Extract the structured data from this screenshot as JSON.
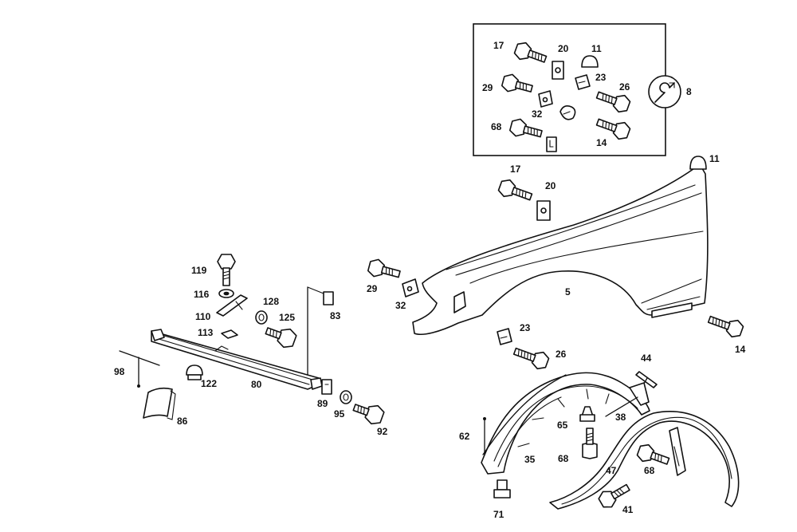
{
  "labels": {
    "inset": {
      "l17": "17",
      "l20": "20",
      "l11": "11",
      "l29": "29",
      "l23": "23",
      "l26": "26",
      "l32": "32",
      "l68": "68",
      "l14": "14"
    },
    "l8": "8",
    "l11": "11",
    "l17": "17",
    "l20": "20",
    "l29": "29",
    "l32": "32",
    "l5": "5",
    "l23": "23",
    "l26": "26",
    "l14": "14",
    "l44": "44",
    "l38": "38",
    "l65": "65",
    "l62": "62",
    "l35": "35",
    "l68a": "68",
    "l47": "47",
    "l68b": "68",
    "l71": "71",
    "l41": "41",
    "l119": "119",
    "l116": "116",
    "l110": "110",
    "l128": "128",
    "l125": "125",
    "l113": "113",
    "l83": "83",
    "l98": "98",
    "l122": "122",
    "l80": "80",
    "l86": "86",
    "l89": "89",
    "l95": "95",
    "l92": "92"
  },
  "icons": [
    "wrench-icon"
  ]
}
